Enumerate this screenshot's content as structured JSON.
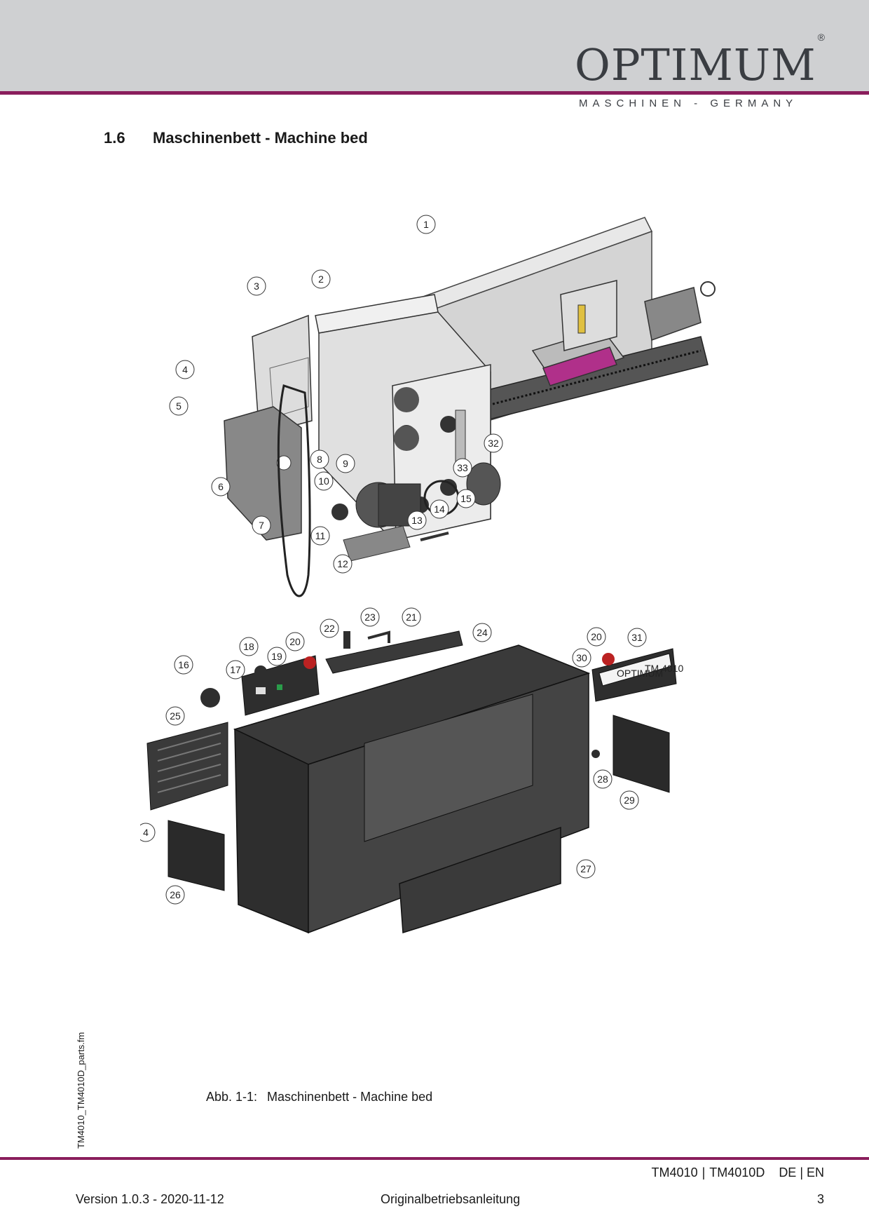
{
  "header": {
    "logo_text": "OPTIMUM",
    "logo_mark": "®",
    "tagline": "MASCHINEN - GERMANY",
    "accent_color": "#8a1d5c",
    "band_color": "#cfd0d2"
  },
  "section": {
    "number": "1.6",
    "title": "Maschinenbett - Machine bed"
  },
  "figure": {
    "top_callouts": [
      "1",
      "2",
      "3",
      "4",
      "5",
      "6",
      "7",
      "8",
      "9",
      "10",
      "11",
      "12",
      "13",
      "14",
      "15",
      "32",
      "33"
    ],
    "bottom_callouts": [
      "16",
      "17",
      "18",
      "19",
      "20",
      "21",
      "22",
      "23",
      "24",
      "20",
      "31",
      "30",
      "25",
      "4",
      "26",
      "27",
      "28",
      "29"
    ],
    "panel_label_brand": "OPTIMUM",
    "panel_label_model": "TM 4010"
  },
  "caption": {
    "label": "Abb. 1-1:",
    "text": "Maschinenbett - Machine bed"
  },
  "side_note": "TM4010_TM4010D_parts.fm",
  "footer": {
    "model_1": "TM4010",
    "separator": "|",
    "model_2": "TM4010D",
    "languages": "DE | EN",
    "version": "Version 1.0.3 - 2020-11-12",
    "manual": "Originalbetriebsanleitung",
    "page": "3"
  }
}
